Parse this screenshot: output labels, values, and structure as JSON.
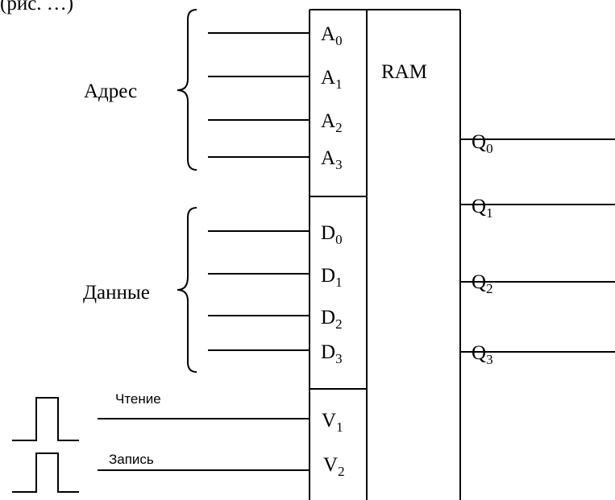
{
  "top_partial_text": "(рис. …)",
  "chip": {
    "label": "RAM"
  },
  "address": {
    "label": "Адрес",
    "pins": [
      {
        "base": "A",
        "sub": "0"
      },
      {
        "base": "A",
        "sub": "1"
      },
      {
        "base": "A",
        "sub": "2"
      },
      {
        "base": "A",
        "sub": "3"
      }
    ]
  },
  "data": {
    "label": "Данные",
    "pins": [
      {
        "base": "D",
        "sub": "0"
      },
      {
        "base": "D",
        "sub": "1"
      },
      {
        "base": "D",
        "sub": "2"
      },
      {
        "base": "D",
        "sub": "3"
      }
    ]
  },
  "control": {
    "read_label": "Чтение",
    "write_label": "Запись",
    "pins": [
      {
        "base": "V",
        "sub": "1"
      },
      {
        "base": "V",
        "sub": "2"
      }
    ]
  },
  "outputs": {
    "pins": [
      {
        "base": "Q",
        "sub": "0"
      },
      {
        "base": "Q",
        "sub": "1"
      },
      {
        "base": "Q",
        "sub": "2"
      },
      {
        "base": "Q",
        "sub": "3"
      }
    ]
  }
}
